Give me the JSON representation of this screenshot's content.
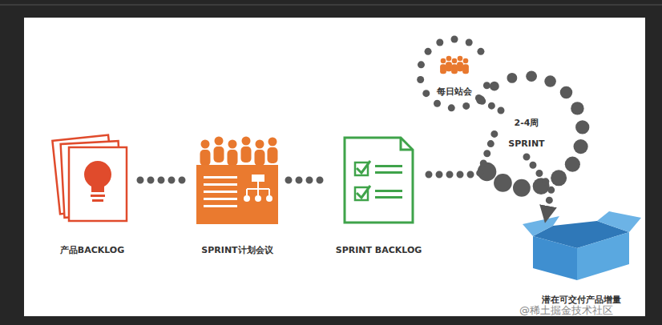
{
  "diagram": {
    "nodes": [
      {
        "text": [
          "产品BACKLOG"
        ]
      },
      {
        "text": [
          "SPRINT计划会议"
        ]
      },
      {
        "text": [
          "SPRINT BACKLOG"
        ]
      },
      {
        "text": [
          "2-4周 SPRINT"
        ]
      },
      {
        "text": [
          "每日站会"
        ]
      },
      {
        "text": [
          "潜在可交付产品增量"
        ]
      }
    ],
    "edges": [
      {
        "from": 0,
        "to": 1,
        "arrow": "none"
      },
      {
        "from": 1,
        "to": 2,
        "arrow": "none"
      },
      {
        "from": 2,
        "to": 3,
        "arrow": "none"
      },
      {
        "from": 3,
        "to": 4,
        "arrow": "none"
      },
      {
        "from": 3,
        "to": 5,
        "arrow": "to"
      }
    ],
    "labels": [
      "@稀土掘金技术社区"
    ]
  }
}
